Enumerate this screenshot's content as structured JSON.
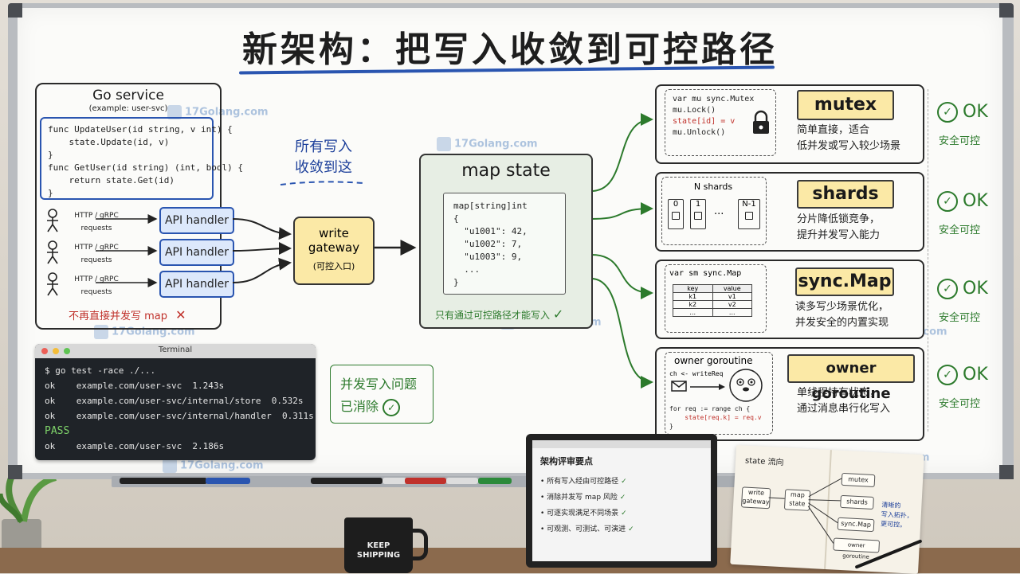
{
  "title": "新架构：把写入收敛到可控路径",
  "service": {
    "title": "Go service",
    "subtitle": "(example: user-svc)",
    "code": [
      "func UpdateUser(id string, v int) {",
      "    state.Update(id, v)",
      "}",
      "",
      "func GetUser(id string) (int, bool) {",
      "    return state.Get(id)",
      "}"
    ],
    "requests": [
      {
        "label": "HTTP / gRPC\nrequests",
        "handler": "API handler"
      },
      {
        "label": "HTTP / gRPC\nrequests",
        "handler": "API handler"
      },
      {
        "label": "HTTP / gRPC\nrequests",
        "handler": "API handler"
      }
    ],
    "footer": "不再直接并发写 map",
    "footer_mark": "✕"
  },
  "annotation_center": {
    "line1": "所有写入",
    "line2": "收敛到这"
  },
  "gateway": {
    "line1": "write",
    "line2": "gateway",
    "line3": "(可控入口)"
  },
  "map_state": {
    "title": "map state",
    "code": [
      "map[string]int",
      "{",
      "  \"u1001\": 42,",
      "  \"u1002\": 7,",
      "  \"u1003\": 9,",
      "  ...",
      "}"
    ],
    "footer": "只有通过可控路径才能写入",
    "footer_mark": "✓"
  },
  "strategies": [
    {
      "tag": "mutex",
      "code": [
        "var mu sync.Mutex",
        "",
        "mu.Lock()",
        "state[id] = v",
        "mu.Unlock()"
      ],
      "desc": [
        "简单直接，适合",
        "低并发或写入较少场景"
      ],
      "ok": "OK",
      "ok_sub": "安全可控"
    },
    {
      "tag": "shards",
      "inner_title": "N shards",
      "shards": [
        "0",
        "1",
        "...",
        "N-1"
      ],
      "desc": [
        "分片降低锁竞争，",
        "提升并发写入能力"
      ],
      "ok": "OK",
      "ok_sub": "安全可控"
    },
    {
      "tag": "sync.Map",
      "inner_title": "var sm sync.Map",
      "table_head": [
        "key",
        "value"
      ],
      "table_rows": [
        [
          "k1",
          "v1"
        ],
        [
          "k2",
          "v2"
        ],
        [
          "...",
          "..."
        ]
      ],
      "desc": [
        "读多写少场景优化，",
        "并发安全的内置实现"
      ],
      "ok": "OK",
      "ok_sub": "安全可控"
    },
    {
      "tag": "owner goroutine",
      "inner_title": "owner goroutine",
      "channel": "ch <- writeReq",
      "code": [
        "for req := range ch {",
        "    state[req.k] = req.v",
        "}"
      ],
      "desc": [
        "单线程持有状态，",
        "通过消息串行化写入"
      ],
      "ok": "OK",
      "ok_sub": "安全可控"
    }
  ],
  "terminal": {
    "title": "Terminal",
    "lines": [
      "$ go test -race ./...",
      "ok    example.com/user-svc  1.243s",
      "ok    example.com/user-svc/internal/store  0.532s",
      "ok    example.com/user-svc/internal/handler  0.311s",
      "PASS",
      "ok    example.com/user-svc  2.186s"
    ]
  },
  "resolved_note": {
    "line1": "并发写入问题",
    "line2": "已消除"
  },
  "watermark": "17Golang.com",
  "laptop": {
    "title": "架构评审要点",
    "items": [
      "所有写入经由可控路径",
      "消除并发写 map 风险",
      "可逐实现满足不同场景",
      "可观测、可测试、可演进"
    ]
  },
  "notebook": {
    "title": "state 流向",
    "nodes": [
      "write\ngateway",
      "map\nstate",
      "mutex",
      "shards",
      "sync.Map",
      "owner goroutine"
    ],
    "note": "清晰的\n写入拓扑，\n更可控。"
  },
  "mug": {
    "line1": "KEEP",
    "line2": "SHIPPING"
  },
  "colors": {
    "accent_blue": "#2a55b0",
    "ok_green": "#2c7a2c",
    "warn_red": "#c0312b",
    "tag_yellow": "#fbe9a6"
  }
}
